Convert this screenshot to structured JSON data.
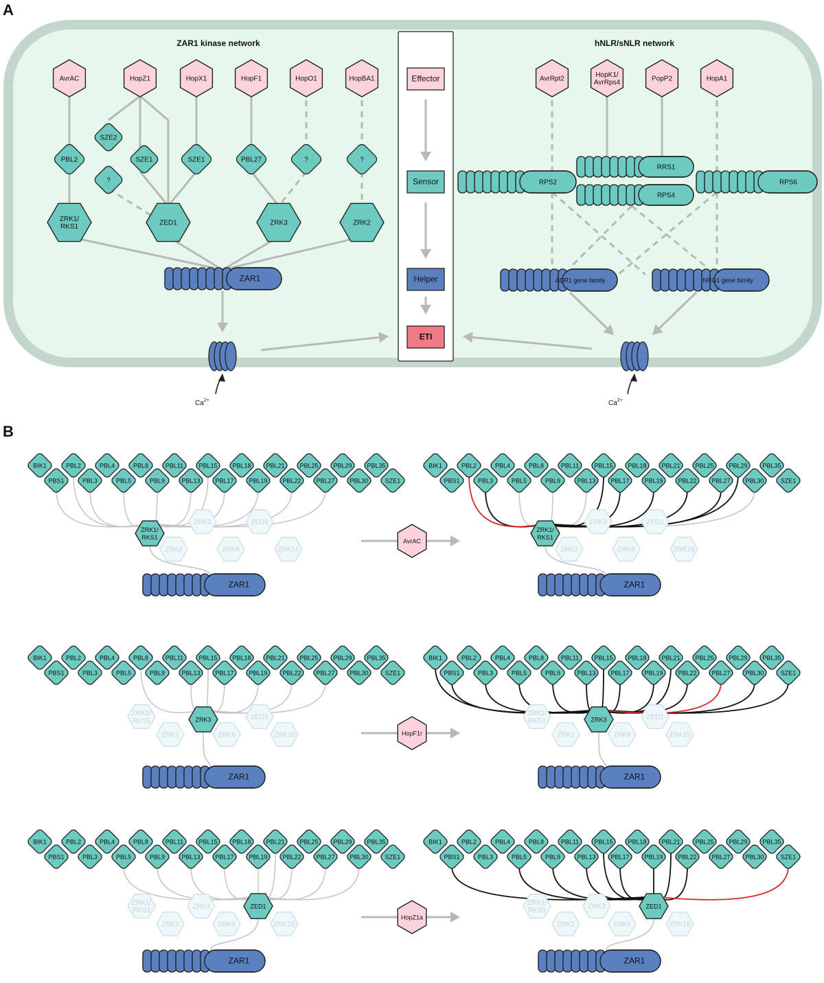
{
  "panel_labels": [
    "A",
    "B"
  ],
  "panel_a": {
    "left_title": "ZAR1 kinase network",
    "right_title": "hNLR/sNLR network",
    "legend": {
      "effector": "Effector",
      "sensor": "Sensor",
      "helper": "Helper",
      "eti": "ETI"
    },
    "calcium": "Ca",
    "calcium_sup": "2+",
    "zar1_effectors": [
      "AvrAC",
      "HopZ1",
      "HopX1",
      "HopF1",
      "HopO1",
      "HopBA1"
    ],
    "zar1_rlcks": [
      "PBL2",
      "SZE2",
      "SZE1",
      "SZE1",
      "PBL27",
      "?",
      "?",
      "?"
    ],
    "zar1_zrks": [
      "ZRK1/\nRKS1",
      "ZED1",
      "ZRK3",
      "ZRK2"
    ],
    "zar1_label": "ZAR1",
    "nlr_effectors": [
      "AvrRpt2",
      "HopK1/\nAvrRps4",
      "PopP2",
      "HopA1"
    ],
    "nlr_sensors": [
      "RPS2",
      "RRS1",
      "RPS4",
      "RPS6"
    ],
    "nlr_helpers": [
      "ADR1 gene family",
      "NRG1 gene family"
    ]
  },
  "panel_b": {
    "rlck_row1": [
      "BIK1",
      "PBL2",
      "PBL4",
      "PBL8",
      "PBL11",
      "PBL15",
      "PBL18",
      "PBL21",
      "PBL25",
      "PBL29",
      "PBL35"
    ],
    "rlck_row2": [
      "PBS1",
      "PBL3",
      "PBL5",
      "PBL9",
      "PBL13",
      "PBL17",
      "PBL19",
      "PBL22",
      "PBL27",
      "PBL30",
      "SZE1"
    ],
    "zar1_label": "ZAR1",
    "rows": [
      {
        "effector": "AvrAC",
        "active": "ZRK1/\nRKS1",
        "others": [
          "ZRK3",
          "ZED1",
          "ZRK2",
          "ZRK6",
          "ZRK15"
        ]
      },
      {
        "effector": "HopF1r",
        "active": "ZRK3",
        "others": [
          "ZRK1/\nRKS1",
          "ZED1",
          "ZRK2",
          "ZRK6",
          "ZRK15"
        ]
      },
      {
        "effector": "HopZ1a",
        "active": "ZED1",
        "others": [
          "ZRK1/\nRKS1",
          "ZRK3",
          "ZRK2",
          "ZRK6",
          "ZRK15"
        ]
      }
    ]
  },
  "colors": {
    "cell_fill": "#e6f7ec",
    "cell_border": "#c3d6cb",
    "effector": "#fbd3da",
    "teal": "#6ccac0",
    "blue": "#5a80bf",
    "eti": "#f07a86",
    "edge_gray": "#bbbbbb",
    "edge_black": "#111111",
    "edge_red": "#d42a2a",
    "faded_fill": "#eef8fa",
    "faded_stroke": "#cfe0e4"
  }
}
